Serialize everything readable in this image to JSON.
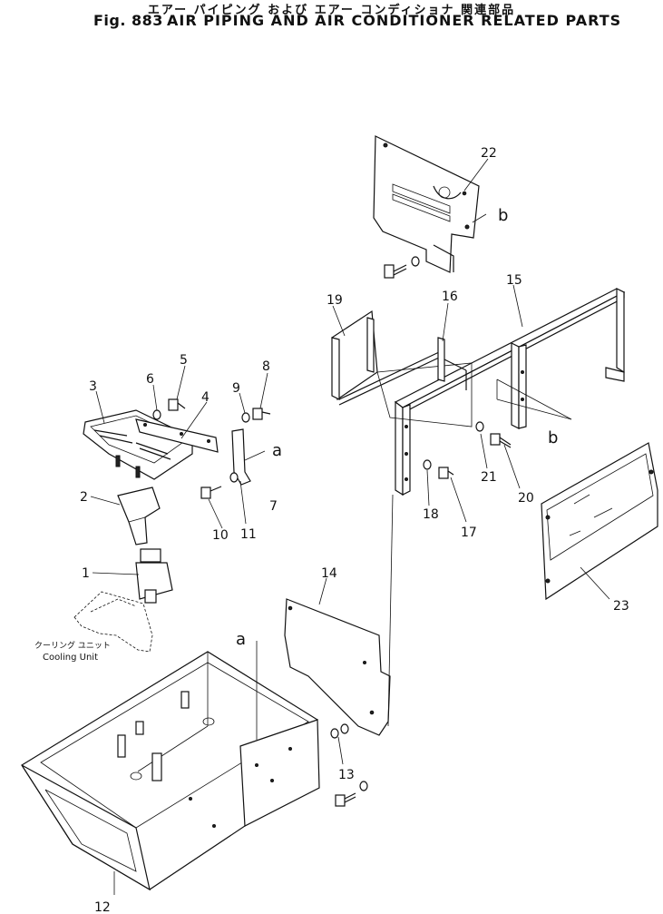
{
  "title": {
    "japanese": "エアー パイピング および エアー コンディショナ 関連部品",
    "fig": "Fig. 883",
    "english": "AIR PIPING AND AIR CONDITIONER RELATED PARTS"
  },
  "callouts": [
    "1",
    "2",
    "3",
    "4",
    "5",
    "6",
    "7",
    "8",
    "9",
    "10",
    "11",
    "12",
    "13",
    "14",
    "15",
    "16",
    "17",
    "18",
    "19",
    "20",
    "21",
    "22",
    "23"
  ],
  "reference_letters": {
    "a": "a",
    "b": "b"
  },
  "cooling_unit": {
    "japanese": "クーリング ユニット",
    "english": "Cooling Unit"
  }
}
